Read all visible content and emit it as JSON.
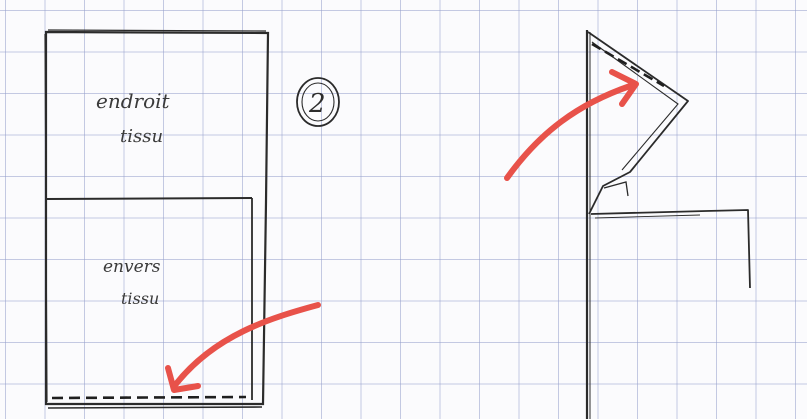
{
  "diagram": {
    "step_marker": "2",
    "top_panel": {
      "line1": "endroit",
      "line2": "tissu"
    },
    "bottom_panel": {
      "line1": "envers",
      "line2": "tissu"
    },
    "colors": {
      "ink": "#2b2b2b",
      "arrow": "#e8524a",
      "grid": "#aab0d8"
    }
  }
}
